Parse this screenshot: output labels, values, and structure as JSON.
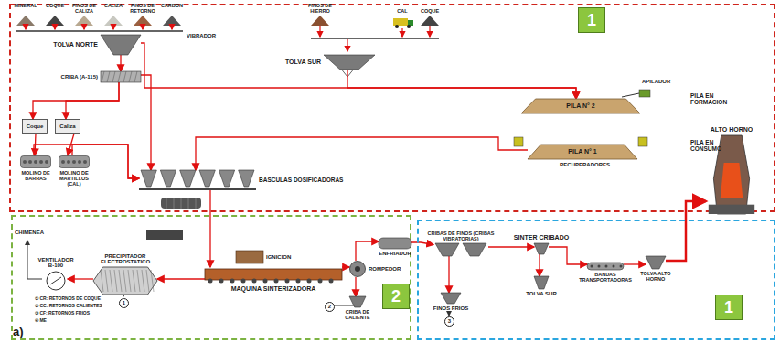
{
  "diagram": {
    "nodes": [
      {
        "text": [
          "1"
        ]
      },
      {
        "text": [
          "2"
        ]
      },
      {
        "text": [
          "1"
        ]
      },
      {
        "text": [
          "TOLVA NORTE"
        ],
        "in": 0
      },
      {
        "text": [
          "CRIBA (A-115)"
        ],
        "in": 0
      },
      {
        "text": [
          "Coque"
        ],
        "in": 0
      },
      {
        "text": [
          "Caliza"
        ],
        "in": 0
      },
      {
        "text": [
          "MOLINO DE BARRAS"
        ],
        "in": 0
      },
      {
        "text": [
          "MOLINO DE MARTILLOS (CAL)"
        ],
        "in": 0
      },
      {
        "text": [
          "TOLVA SUR"
        ],
        "in": 0
      },
      {
        "text": [
          "PILA N° 2"
        ],
        "in": 0
      },
      {
        "text": [
          "PILA N° 1"
        ],
        "in": 0
      },
      {
        "text": [
          "BASCULAS DOSIFICADORAS"
        ],
        "in": 0
      },
      {
        "text": [
          "MAQUINA SINTERIZADORA"
        ],
        "in": 1
      },
      {
        "text": [
          "IGNICION"
        ],
        "in": 1
      },
      {
        "text": [
          "ROMPEDOR"
        ],
        "in": 1
      },
      {
        "text": [
          "PRECIPITADOR ELECTROSTATICO"
        ],
        "in": 1
      },
      {
        "text": [
          "VENTILADOR B-100"
        ],
        "in": 1
      },
      {
        "text": [
          "CRIBA DE CALIENTE"
        ],
        "in": 1
      },
      {
        "text": [
          "ENFRIADOR"
        ],
        "in": 1
      },
      {
        "text": [
          "CRIBAS DE FINOS (CRIBAS VIBRATORIAS)"
        ],
        "in": 2
      },
      {
        "text": [
          "FINOS FRIOS"
        ],
        "in": 2
      },
      {
        "text": [
          "SINTER CRIBADO"
        ],
        "in": 2
      },
      {
        "text": [
          "TOLVA SUR"
        ],
        "in": 2
      },
      {
        "text": [
          "BANDAS TRANSPORTADORAS"
        ],
        "in": 2
      },
      {
        "text": [
          "TOLVA ALTO HORNO"
        ],
        "in": 2
      },
      {
        "text": [
          "ALTO HORNO"
        ]
      }
    ],
    "edges": [
      {
        "from": 3,
        "to": 4,
        "arrow": "to"
      },
      {
        "from": 4,
        "to": 5,
        "arrow": "to"
      },
      {
        "from": 4,
        "to": 6,
        "arrow": "to"
      },
      {
        "from": 5,
        "to": 7,
        "arrow": "to"
      },
      {
        "from": 6,
        "to": 8,
        "arrow": "to"
      },
      {
        "from": 3,
        "to": 10,
        "arrow": "to"
      },
      {
        "from": 9,
        "to": 10,
        "arrow": "to"
      },
      {
        "from": 11,
        "to": 12,
        "arrow": "to"
      },
      {
        "from": 7,
        "to": 12,
        "arrow": "to"
      },
      {
        "from": 8,
        "to": 12,
        "arrow": "to"
      },
      {
        "from": 4,
        "to": 12,
        "arrow": "to"
      },
      {
        "from": 12,
        "to": 13,
        "arrow": "to"
      },
      {
        "from": 13,
        "to": 15,
        "arrow": "to"
      },
      {
        "from": 15,
        "to": 19,
        "arrow": "to"
      },
      {
        "from": 15,
        "to": 18,
        "arrow": "to"
      },
      {
        "from": 13,
        "to": 16,
        "arrow": "to"
      },
      {
        "from": 16,
        "to": 17,
        "arrow": "to"
      },
      {
        "from": 19,
        "to": 20,
        "arrow": "to"
      },
      {
        "from": 20,
        "to": 21,
        "arrow": "to"
      },
      {
        "from": 20,
        "to": 22,
        "arrow": "to"
      },
      {
        "from": 22,
        "to": 23,
        "arrow": "to"
      },
      {
        "from": 22,
        "to": 24,
        "arrow": "to"
      },
      {
        "from": 24,
        "to": 25,
        "arrow": "to"
      },
      {
        "from": 25,
        "to": 26,
        "arrow": "to"
      }
    ],
    "labels": [
      "MINERAL",
      "COQUE",
      "FINOS DE CALIZA",
      "CALIZA",
      "FINOS DE RETORNO",
      "CARBON",
      "FINOS DE HIERRO",
      "CAL",
      "COQUE",
      "VIBRADOR",
      "APILADOR",
      "PILA EN FORMACION",
      "PILA EN CONSUMO",
      "RECUPERADORES",
      "CHIMENEA",
      "① CR: RETORNOS DE COQUE",
      "② CC: RETORNOS CALIENTES",
      "③ CF: RETORNOS FRIOS",
      "④ ME",
      "a)",
      "1",
      "2",
      "3"
    ]
  }
}
